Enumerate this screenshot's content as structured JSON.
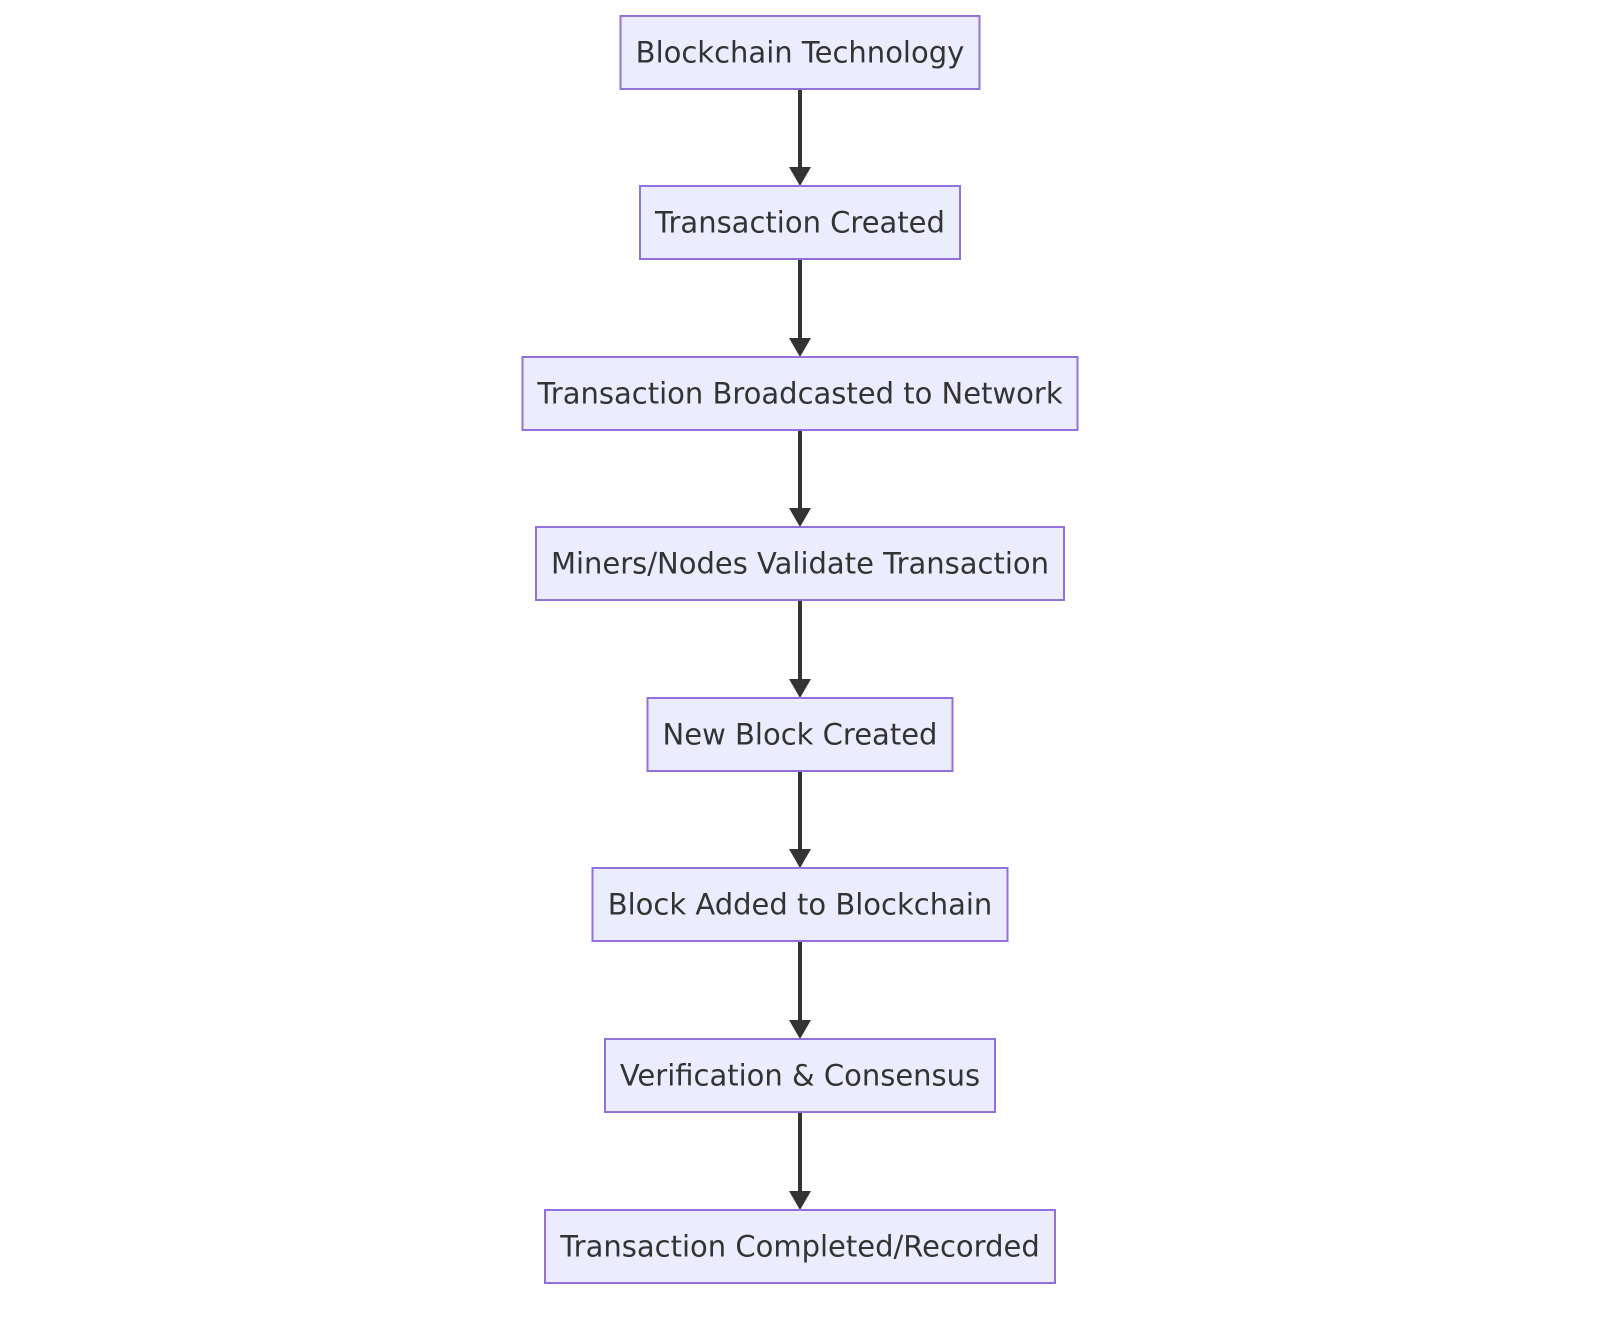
{
  "diagram": {
    "type": "flowchart",
    "direction": "top-to-bottom",
    "colors": {
      "node_fill": "#ececff",
      "node_border": "#9370db",
      "text": "#333333",
      "edge": "#333333",
      "background": "#ffffff"
    },
    "nodes": [
      {
        "id": "n1",
        "label": "Blockchain Technology"
      },
      {
        "id": "n2",
        "label": "Transaction Created"
      },
      {
        "id": "n3",
        "label": "Transaction Broadcasted to Network"
      },
      {
        "id": "n4",
        "label": "Miners/Nodes Validate Transaction"
      },
      {
        "id": "n5",
        "label": "New Block Created"
      },
      {
        "id": "n6",
        "label": "Block Added to Blockchain"
      },
      {
        "id": "n7",
        "label": "Verification & Consensus"
      },
      {
        "id": "n8",
        "label": "Transaction Completed/Recorded"
      }
    ],
    "edges": [
      {
        "from": "n1",
        "to": "n2"
      },
      {
        "from": "n2",
        "to": "n3"
      },
      {
        "from": "n3",
        "to": "n4"
      },
      {
        "from": "n4",
        "to": "n5"
      },
      {
        "from": "n5",
        "to": "n6"
      },
      {
        "from": "n6",
        "to": "n7"
      },
      {
        "from": "n7",
        "to": "n8"
      }
    ]
  }
}
